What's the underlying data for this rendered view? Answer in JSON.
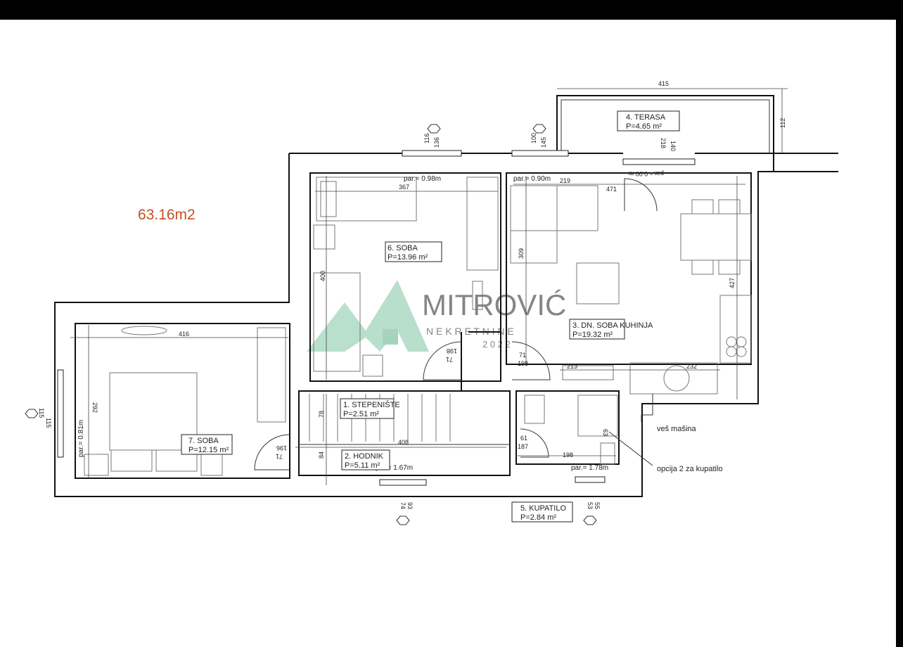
{
  "total_area": "63.16m2",
  "watermark": {
    "brand": "MITROVIĆ",
    "subtitle": "N E K R E T N I N E",
    "year": "2 0 2 2"
  },
  "rooms": {
    "stepeniste": {
      "name": "1. STEPENIŠTE",
      "area": "P=2.51  m²"
    },
    "hodnik": {
      "name": "2. HODNIK",
      "area": "P=5.11  m²"
    },
    "dn_soba": {
      "name": "3. DN. SOBA KUHINJA",
      "area": "P=19.32 m²"
    },
    "terasa": {
      "name": "4. TERASA",
      "area": "P=4.65  m²"
    },
    "kupatilo": {
      "name": "5. KUPATILO",
      "area": "P=2.84  m²"
    },
    "soba6": {
      "name": "6. SOBA",
      "area": "P=13.96 m²"
    },
    "soba7": {
      "name": "7. SOBA",
      "area": "P=12.15 m²"
    }
  },
  "parapets": {
    "soba6": "par.= 0.98m",
    "dn_soba": "par.= 0.90m",
    "terasa_rot": "par.= 0.00 m",
    "hodnik": "par.= 1.67m",
    "kupatilo": "par.= 1.78m",
    "soba7": "par.= 0.81m"
  },
  "annotations": {
    "ves_masina": "veš mašina",
    "opcija": "opcija 2 za kupatilo"
  },
  "dimensions": {
    "terasa_width": "415",
    "terasa_depth": "112",
    "soba6_width": "367",
    "soba6_height": "400",
    "dn_width_a": "219",
    "dn_width_b": "471",
    "dn_height_a": "309",
    "dn_height_b": "427",
    "soba7_width": "416",
    "soba7_height": "292",
    "hodnik_width": "408",
    "hodnik_height": "84",
    "stair_height": "78",
    "kitchen_a": "213",
    "kitchen_b": "232",
    "bath_width": "198",
    "bath_small": "63",
    "win_top_a1": "116",
    "win_top_a2": "136",
    "win_top_b1": "100",
    "win_top_b2": "145",
    "win_top_c1": "218",
    "win_top_c2": "140",
    "win_left1": "115",
    "win_left2": "115",
    "win_bottom_a1": "74",
    "win_bottom_a2": "93",
    "win_bottom_b1": "53",
    "win_bottom_b2": "55",
    "door_soba6_a": "71",
    "door_soba6_b": "198",
    "door_dn_a": "71",
    "door_dn_b": "198",
    "door_soba7_a": "71",
    "door_soba7_b": "196",
    "door_bath_a": "61",
    "door_bath_b": "187"
  }
}
